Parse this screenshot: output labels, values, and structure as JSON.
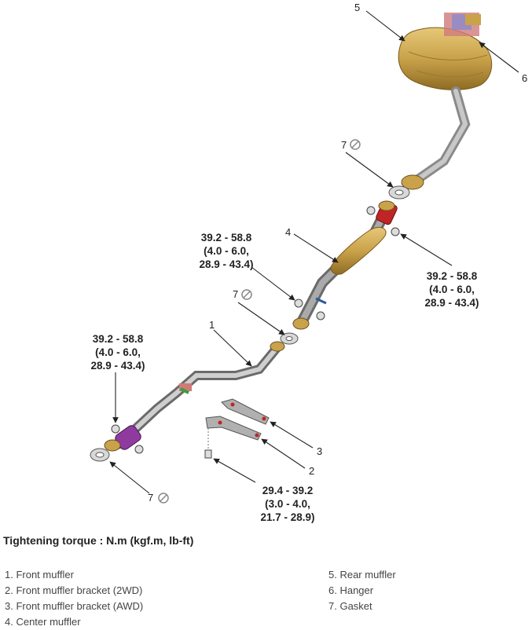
{
  "callouts": {
    "c1": "1",
    "c2": "2",
    "c3": "3",
    "c4": "4",
    "c5": "5",
    "c6": "6",
    "c7a": "7",
    "c7b": "7",
    "c7c": "7"
  },
  "torques": {
    "center_muffler_front": [
      "39.2 - 58.8",
      "(4.0 - 6.0,",
      "28.9 - 43.4)"
    ],
    "center_muffler_rear": [
      "39.2 - 58.8",
      "(4.0 - 6.0,",
      "28.9 - 43.4)"
    ],
    "front_muffler_front": [
      "39.2 - 58.8",
      "(4.0 - 6.0,",
      "28.9 - 43.4)"
    ],
    "bracket_bolt": [
      "29.4 - 39.2",
      "(3.0 - 4.0,",
      "21.7 - 28.9)"
    ]
  },
  "heading": "Tightening torque : N.m (kgf.m, lb-ft)",
  "legend": {
    "left": [
      "1. Front muffler",
      "2. Front muffler bracket (2WD)",
      "3. Front muffler bracket (AWD)",
      "4. Center muffler"
    ],
    "right": [
      "5. Rear muffler",
      "6. Hanger",
      "7. Gasket"
    ]
  },
  "colors": {
    "muffler": "#c9a24a",
    "pipe": "#a8a8a8",
    "converter": "#8e3a9e",
    "flex_joint": "#c02424",
    "hanger": "#6a6fc0",
    "leader": "#222222"
  }
}
